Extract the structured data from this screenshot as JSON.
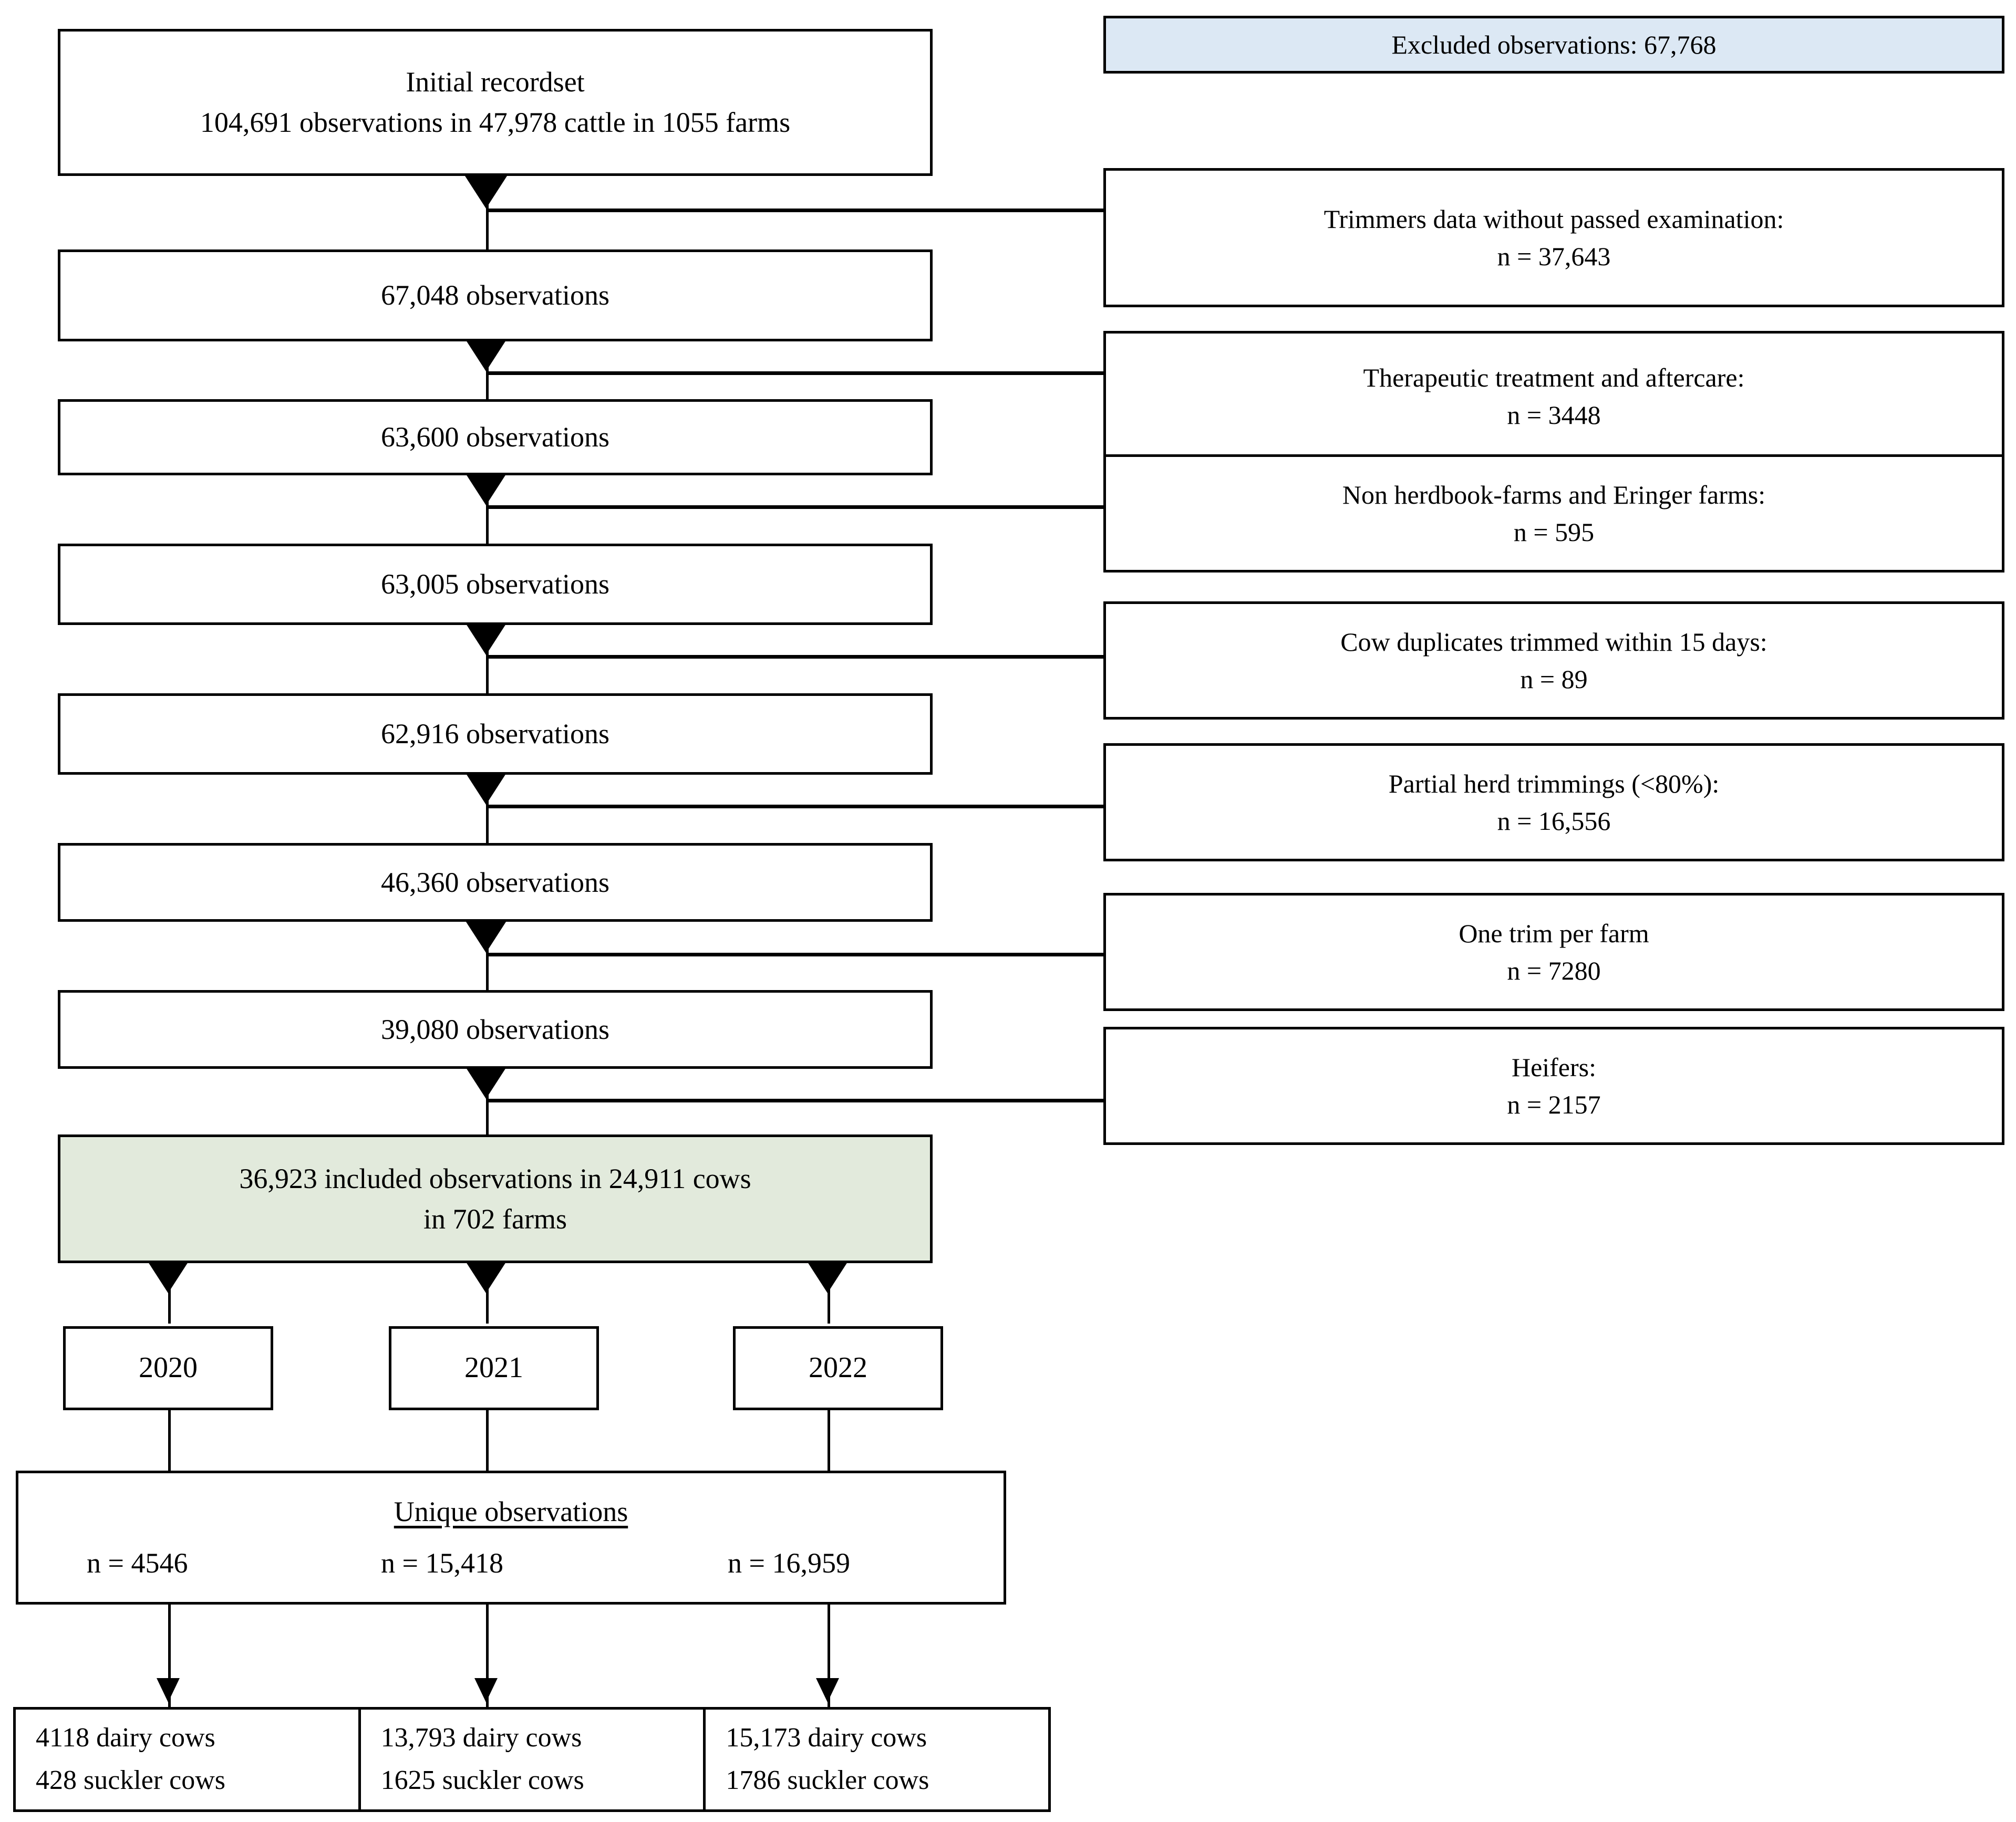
{
  "colors": {
    "excluded_box_fill": "#dce8f4",
    "included_box_fill": "#e2eadc",
    "border": "#000000",
    "background": "#ffffff"
  },
  "flow": {
    "initial": {
      "title": "Initial recordset",
      "detail": "104,691 observations in 47,978 cattle in 1055 farms"
    },
    "steps": [
      {
        "label": "67,048 observations"
      },
      {
        "label": "63,600 observations"
      },
      {
        "label": "63,005 observations"
      },
      {
        "label": "62,916 observations"
      },
      {
        "label": "46,360 observations"
      },
      {
        "label": "39,080 observations"
      }
    ],
    "included": {
      "line1": "36,923 included observations in 24,911 cows",
      "line2": "in 702 farms"
    }
  },
  "excluded": {
    "header": "Excluded observations: 67,768",
    "reasons": [
      {
        "reason": "Trimmers data without passed examination:",
        "count": "n = 37,643"
      },
      {
        "reason": "Therapeutic treatment and aftercare:",
        "count": "n = 3448"
      },
      {
        "reason": "Non herdbook-farms and Eringer farms:",
        "count": "n = 595"
      },
      {
        "reason": "Cow duplicates trimmed within 15 days:",
        "count": "n = 89"
      },
      {
        "reason": "Partial herd trimmings (<80%):",
        "count": "n = 16,556"
      },
      {
        "reason": "One trim per farm",
        "count": "n = 7280"
      },
      {
        "reason": "Heifers:",
        "count": "n = 2157"
      }
    ]
  },
  "years": [
    {
      "year": "2020"
    },
    {
      "year": "2021"
    },
    {
      "year": "2022"
    }
  ],
  "unique_observations": {
    "title": "Unique observations",
    "counts": [
      "n = 4546",
      "n = 15,418",
      "n = 16,959"
    ]
  },
  "cow_breakdown": [
    {
      "dairy": "4118 dairy cows",
      "suckler": "428 suckler cows"
    },
    {
      "dairy": "13,793 dairy cows",
      "suckler": "1625 suckler cows"
    },
    {
      "dairy": "15,173 dairy cows",
      "suckler": "1786 suckler cows"
    }
  ]
}
